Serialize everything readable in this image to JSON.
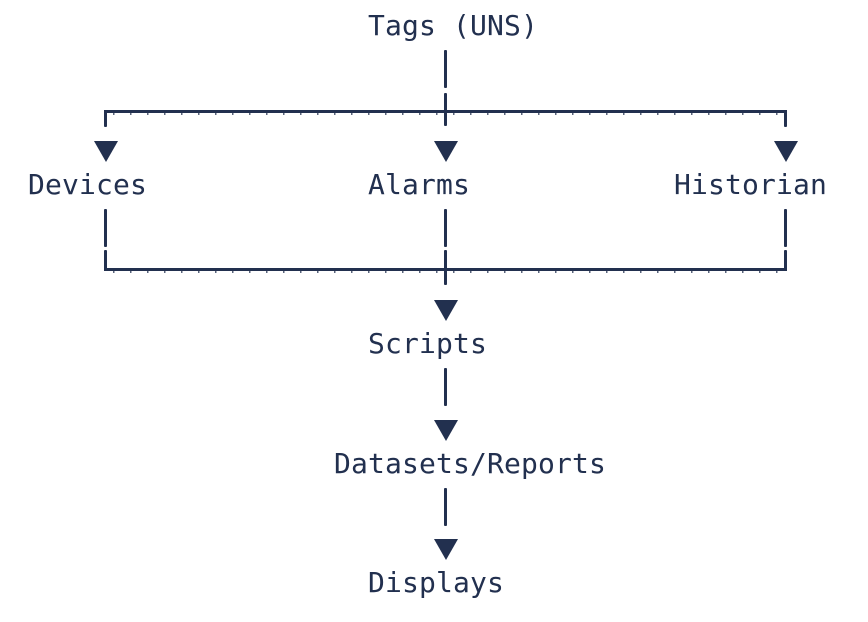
{
  "diagram": {
    "nodes": {
      "tags": "Tags (UNS)",
      "devices": "Devices",
      "alarms": "Alarms",
      "historian": "Historian",
      "scripts": "Scripts",
      "datasets_reports": "Datasets/Reports",
      "displays": "Displays"
    },
    "colors": {
      "ink": "#22304f",
      "background": "#ffffff"
    }
  }
}
